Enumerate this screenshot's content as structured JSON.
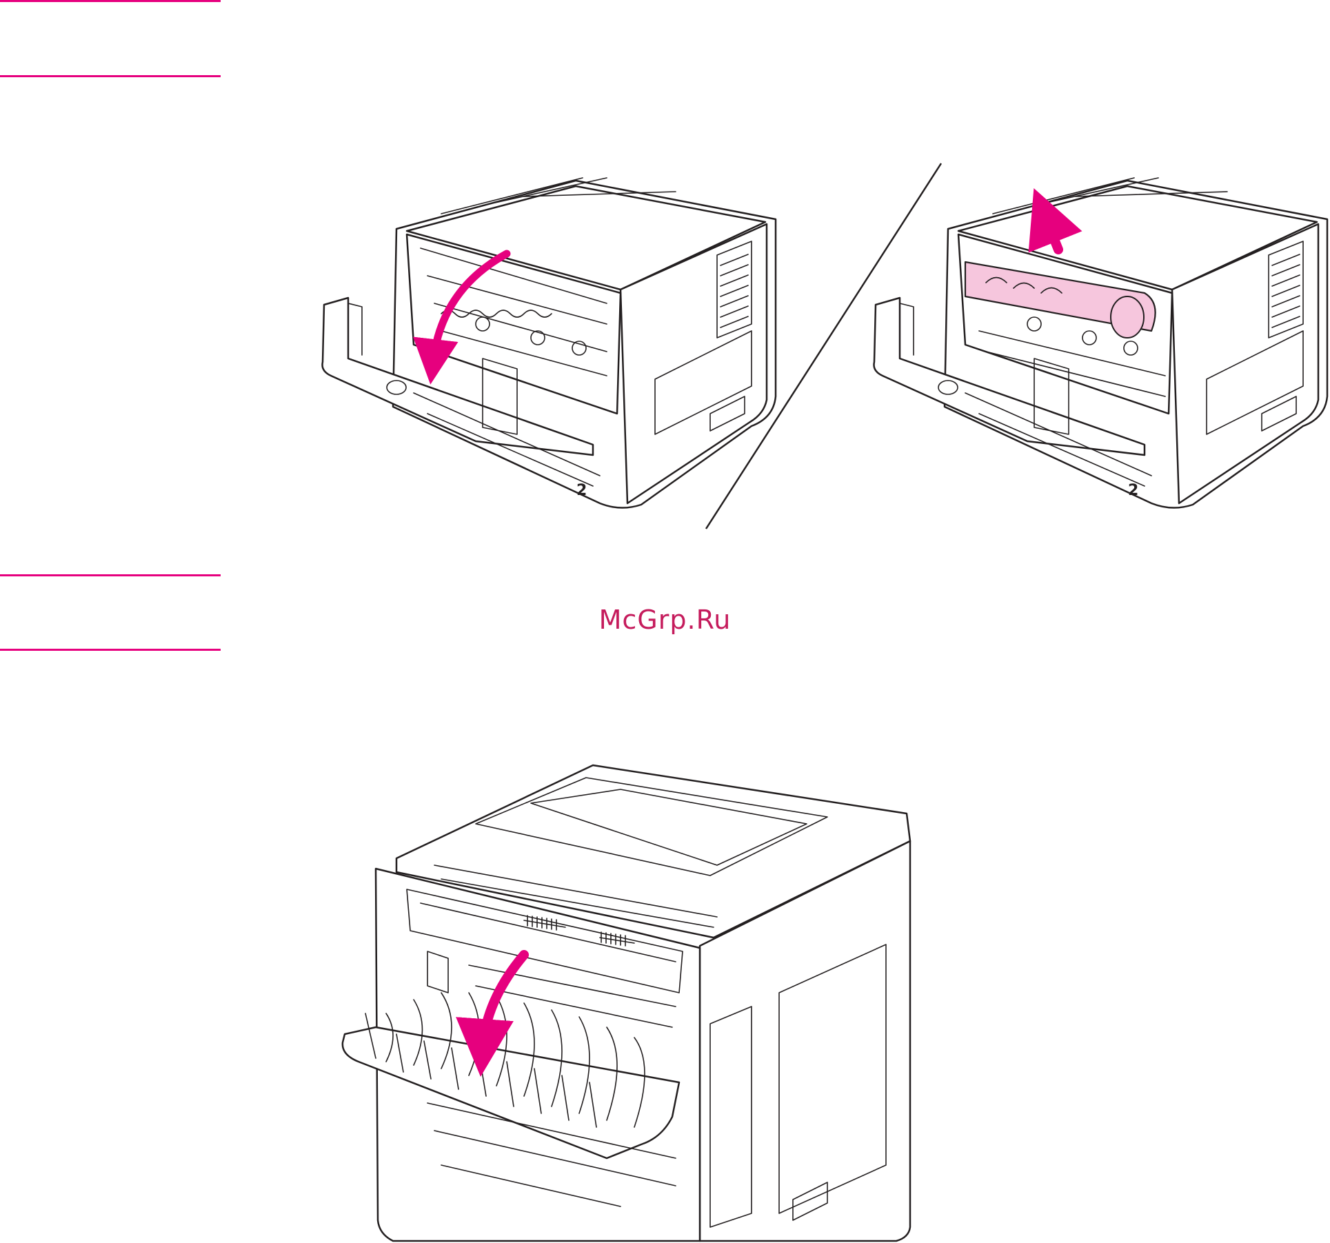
{
  "colors": {
    "accent": "#e6007e",
    "watermark": "#c51b5c",
    "cartridge": "#f6c6dd",
    "line_art": "#231f20"
  },
  "figures": [
    {
      "callout_label": "2"
    },
    {
      "callout_label": "2"
    }
  ],
  "watermark": "McGrp.Ru"
}
